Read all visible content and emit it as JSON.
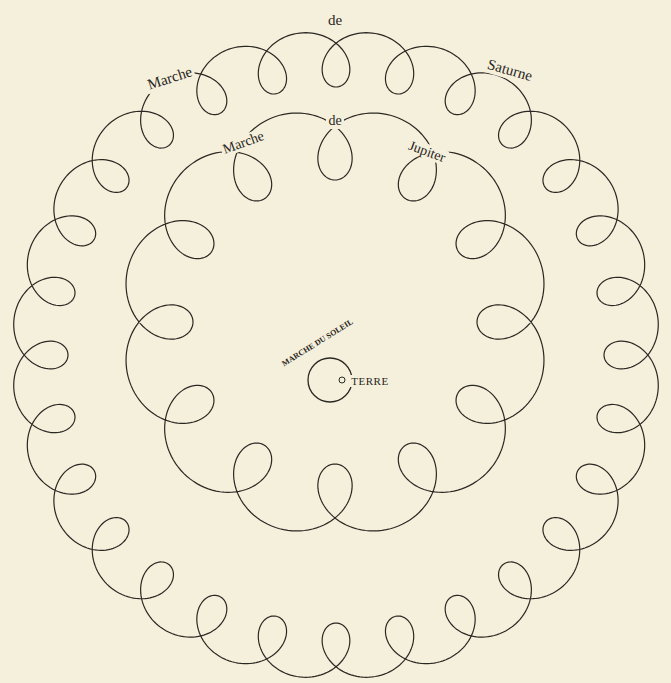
{
  "diagram": {
    "labels": [
      "Marche",
      "de",
      "Saturne",
      "Marche",
      "de",
      "Jupiter",
      "MARCHE DU SOLEIL",
      "TERRE"
    ]
  }
}
